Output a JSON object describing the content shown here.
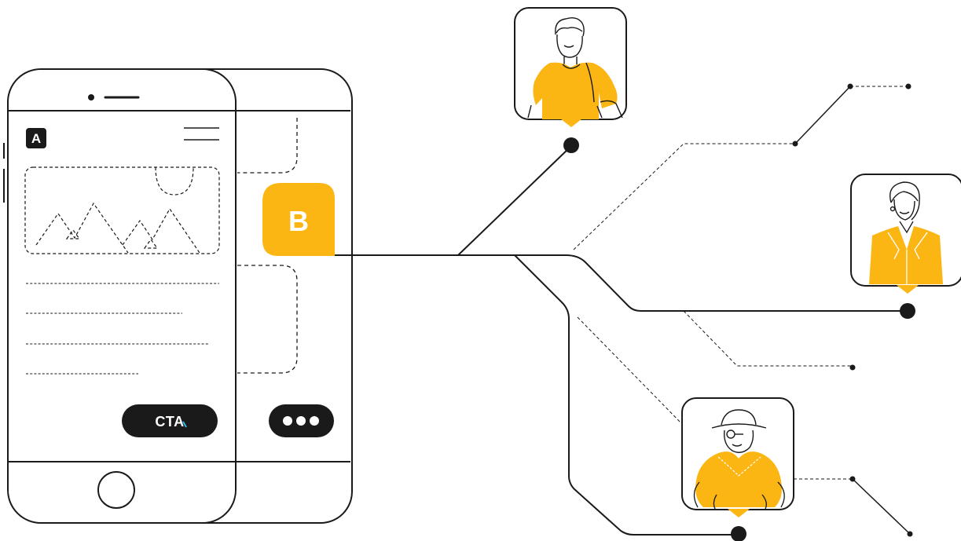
{
  "phone_front": {
    "logo_letter": "A",
    "cta_label": "CTA"
  },
  "phone_back": {
    "variant_letter": "B"
  },
  "colors": {
    "accent": "#fbb614",
    "ink": "#1a1a1a",
    "background": "#ffffff",
    "cta_highlight": "#35b7e6"
  },
  "personas": [
    {
      "name": "young-man-in-orange-tshirt"
    },
    {
      "name": "woman-in-orange-blazer"
    },
    {
      "name": "older-woman-with-hat-and-glasses"
    }
  ],
  "icons": [
    "menu-icon",
    "image-placeholder-icon",
    "more-dots-icon",
    "home-button-icon"
  ]
}
